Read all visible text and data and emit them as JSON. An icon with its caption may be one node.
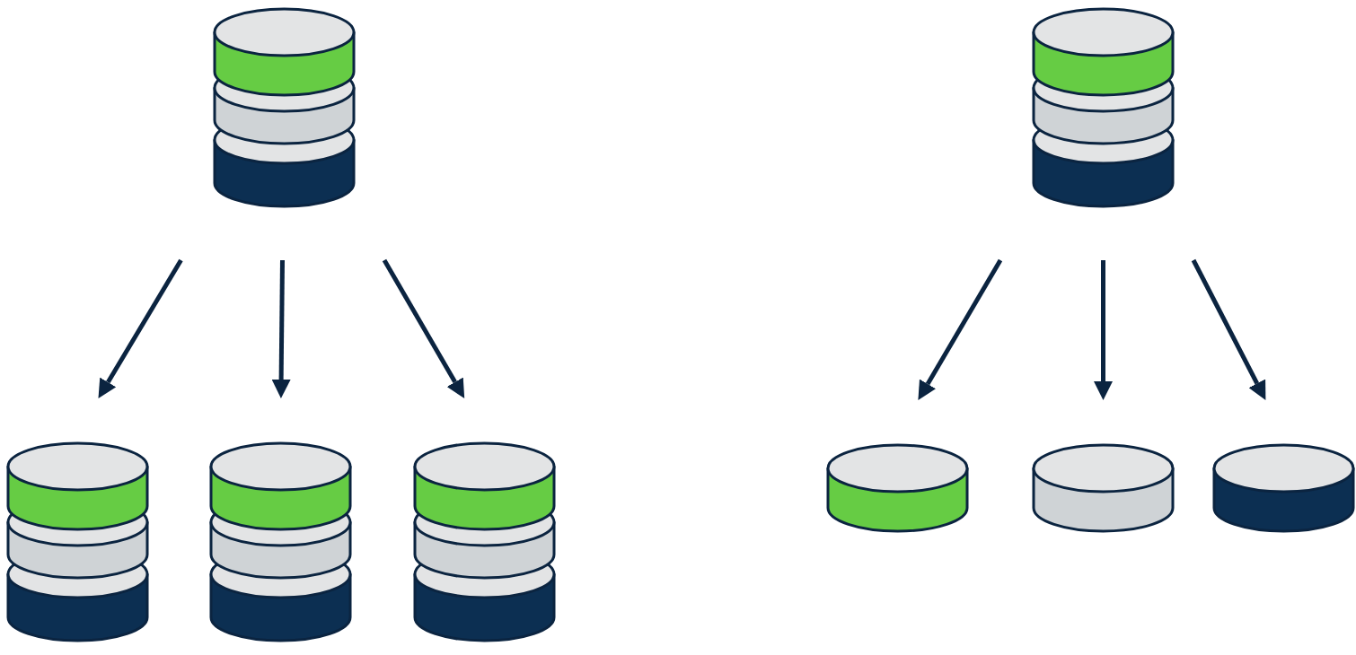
{
  "diagram": {
    "nodes": [
      {
        "text": [],
        "shape": "cylinder"
      },
      {
        "text": [],
        "shape": "cylinder"
      },
      {
        "text": [],
        "shape": "cylinder"
      },
      {
        "text": [],
        "shape": "cylinder"
      },
      {
        "text": [],
        "shape": "cylinder"
      },
      {
        "text": [],
        "shape": "cylinder"
      },
      {
        "text": [],
        "shape": "cylinder"
      },
      {
        "text": [],
        "shape": "cylinder"
      }
    ],
    "edges": [
      {
        "from": 0,
        "to": 1,
        "arrow": "to"
      },
      {
        "from": 0,
        "to": 2,
        "arrow": "to"
      },
      {
        "from": 0,
        "to": 3,
        "arrow": "to"
      },
      {
        "from": 4,
        "to": 5,
        "arrow": "to"
      },
      {
        "from": 4,
        "to": 6,
        "arrow": "to"
      },
      {
        "from": 4,
        "to": 7,
        "arrow": "to"
      }
    ]
  }
}
